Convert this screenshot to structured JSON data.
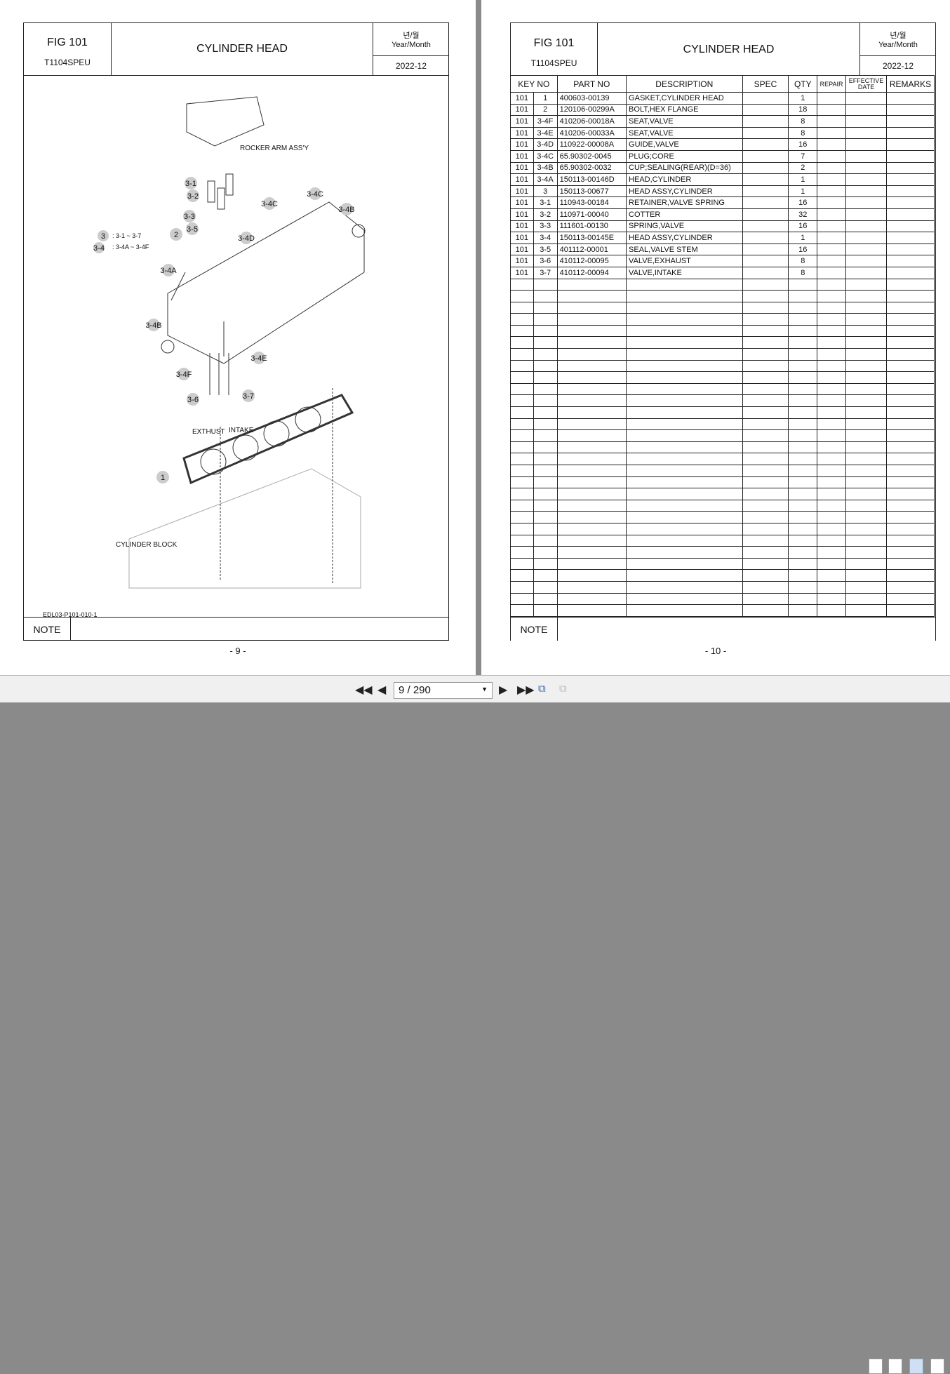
{
  "left_page": {
    "fig": "FIG 101",
    "title": "CYLINDER HEAD",
    "model": "T1104SPEU",
    "date_label_kr": "년/월",
    "date_label": "Year/Month",
    "date": "2022-12",
    "note_label": "NOTE",
    "page_number": "- 9 -",
    "drawing": {
      "rocker_arm": "ROCKER ARM ASS'Y",
      "exhaust": "EXTHUST",
      "intake": "INTAKE",
      "cylinder_block": "CYLINDER BLOCK",
      "drawing_id": "EDL03-P101-010-1",
      "legend": [
        {
          "key": "3",
          "range": ": 3-1 ~ 3-7"
        },
        {
          "key": "3-4",
          "range": ": 3-4A ~ 3-4F"
        }
      ],
      "callouts": [
        "3-1",
        "3-2",
        "3-3",
        "3-5",
        "2",
        "3-4C",
        "3-4C",
        "3-4B",
        "3-4D",
        "3-4A",
        "3-4B",
        "3-4E",
        "3-4F",
        "3-6",
        "3-7",
        "1"
      ]
    }
  },
  "right_page": {
    "fig": "FIG 101",
    "title": "CYLINDER HEAD",
    "model": "T1104SPEU",
    "date_label_kr": "년/월",
    "date_label": "Year/Month",
    "date": "2022-12",
    "note_label": "NOTE",
    "page_number": "- 10 -",
    "columns": [
      "KEY NO",
      "PART NO",
      "DESCRIPTION",
      "SPEC",
      "QTY",
      "REPAIR",
      "EFFECTIVE DATE",
      "REMARKS"
    ],
    "rows": [
      [
        "101",
        "1",
        "400603-00139",
        "GASKET,CYLINDER HEAD",
        "",
        "1"
      ],
      [
        "101",
        "2",
        "120106-00299A",
        "BOLT,HEX FLANGE",
        "",
        "18"
      ],
      [
        "101",
        "3-4F",
        "410206-00018A",
        "SEAT,VALVE",
        "",
        "8"
      ],
      [
        "101",
        "3-4E",
        "410206-00033A",
        "SEAT,VALVE",
        "",
        "8"
      ],
      [
        "101",
        "3-4D",
        "110922-00008A",
        "GUIDE,VALVE",
        "",
        "16"
      ],
      [
        "101",
        "3-4C",
        "65.90302-0045",
        "PLUG;CORE",
        "",
        "7"
      ],
      [
        "101",
        "3-4B",
        "65.90302-0032",
        "CUP;SEALING(REAR)(D=36)",
        "",
        "2"
      ],
      [
        "101",
        "3-4A",
        "150113-00146D",
        "HEAD,CYLINDER",
        "",
        "1"
      ],
      [
        "101",
        "3",
        "150113-00677",
        "HEAD ASSY,CYLINDER",
        "",
        "1"
      ],
      [
        "101",
        "3-1",
        "110943-00184",
        "RETAINER,VALVE SPRING",
        "",
        "16"
      ],
      [
        "101",
        "3-2",
        "110971-00040",
        "COTTER",
        "",
        "32"
      ],
      [
        "101",
        "3-3",
        "111601-00130",
        "SPRING,VALVE",
        "",
        "16"
      ],
      [
        "101",
        "3-4",
        "150113-00145E",
        "HEAD ASSY,CYLINDER",
        "",
        "1"
      ],
      [
        "101",
        "3-5",
        "401112-00001",
        "SEAL,VALVE STEM",
        "",
        "16"
      ],
      [
        "101",
        "3-6",
        "410112-00095",
        "VALVE,EXHAUST",
        "",
        "8"
      ],
      [
        "101",
        "3-7",
        "410112-00094",
        "VALVE,INTAKE",
        "",
        "8"
      ]
    ]
  },
  "toolbar": {
    "page_field": "9 / 290"
  }
}
